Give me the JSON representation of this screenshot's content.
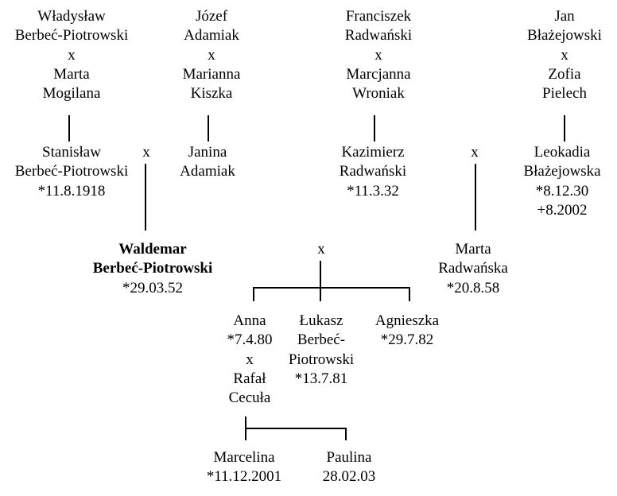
{
  "ancestors": {
    "p1": {
      "line1": "Władysław",
      "line2": "Berbeć-Piotrowski",
      "x": "x",
      "spouse1": "Marta",
      "spouse2": "Mogilana"
    },
    "p2": {
      "line1": "Józef",
      "line2": "Adamiak",
      "x": "x",
      "spouse1": "Marianna",
      "spouse2": "Kiszka"
    },
    "p3": {
      "line1": "Franciszek",
      "line2": "Radwański",
      "x": "x",
      "spouse1": "Marcjanna",
      "spouse2": "Wroniak"
    },
    "p4": {
      "line1": "Jan",
      "line2": "Błażejowski",
      "x": "x",
      "spouse1": "Zofia",
      "spouse2": "Pielech"
    }
  },
  "parents": {
    "stanislaw": {
      "line1": "Stanisław",
      "line2": "Berbeć-Piotrowski",
      "line3": "*11.8.1918"
    },
    "janina": {
      "line1": "Janina",
      "line2": "Adamiak"
    },
    "kazimierz": {
      "line1": "Kazimierz",
      "line2": "Radwański",
      "line3": "*11.3.32"
    },
    "leokadia": {
      "line1": "Leokadia",
      "line2": "Błażejowska",
      "line3": "*8.12.30",
      "line4": "+8.2002"
    },
    "x_left": "x",
    "x_right": "x"
  },
  "couple": {
    "waldemar": {
      "line1": "Waldemar",
      "line2": "Berbeć-Piotrowski",
      "line3": "*29.03.52"
    },
    "x": "x",
    "marta": {
      "line1": "Marta",
      "line2": "Radwańska",
      "line3": "*20.8.58"
    }
  },
  "children": {
    "anna": {
      "line1": "Anna",
      "line2": "*7.4.80",
      "x": "x",
      "spouse1": "Rafał",
      "spouse2": "Cecuła"
    },
    "lukasz": {
      "line1": "Łukasz",
      "line2": "Berbeć-",
      "line3": "Piotrowski",
      "line4": "*13.7.81"
    },
    "agnieszka": {
      "line1": "Agnieszka",
      "line2": "*29.7.82"
    }
  },
  "grandchildren": {
    "marcelina": {
      "line1": "Marcelina",
      "line2": "*11.12.2001"
    },
    "paulina": {
      "line1": "Paulina",
      "line2": "28.02.03"
    }
  }
}
